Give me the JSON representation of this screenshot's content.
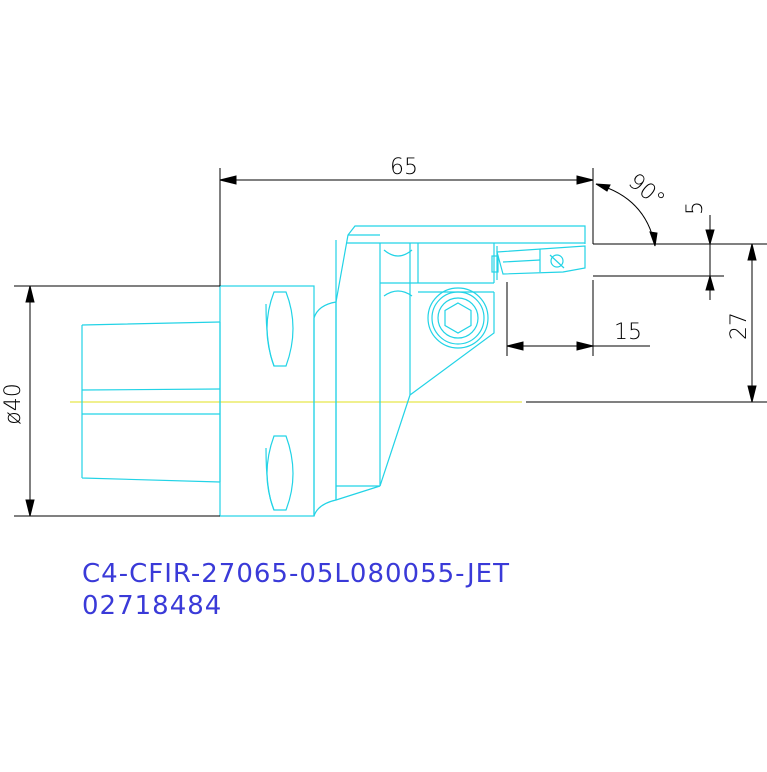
{
  "dimensions": {
    "length": "65",
    "angle": "90°",
    "edge": "5",
    "height": "27",
    "reach": "15",
    "diameter": "ø40"
  },
  "title": {
    "part_number": "C4-CFIR-27065-05L080055-JET",
    "order_code": "02718484"
  },
  "colors": {
    "outline": "#22d3e6",
    "dimension": "#000000",
    "centerline": "#e8e84a",
    "title": "#3a3ad8"
  }
}
